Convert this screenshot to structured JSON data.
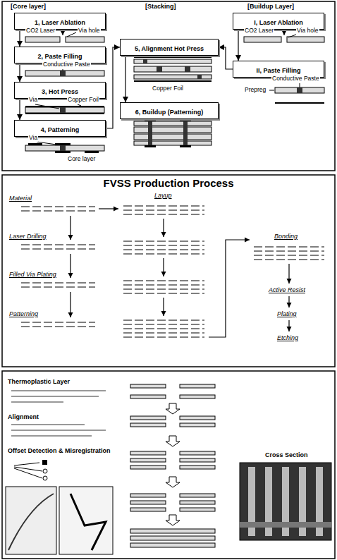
{
  "diagram": {
    "title": "FVSS Production Process",
    "nodes": [
      {
        "text": [
          "1, Laser Ablation"
        ]
      },
      {
        "text": [
          "2, Paste Filling"
        ]
      },
      {
        "text": [
          "3, Hot Press"
        ]
      },
      {
        "text": [
          "4, Patterning"
        ]
      },
      {
        "text": [
          "5, Alignment Hot Press"
        ]
      },
      {
        "text": [
          "6, Buildup (Patterning)"
        ]
      },
      {
        "text": [
          "I, Laser Ablation"
        ]
      },
      {
        "text": [
          "II, Paste Filling"
        ]
      }
    ],
    "edges": [
      {
        "from": 0,
        "to": 1,
        "arrow": "to"
      },
      {
        "from": 1,
        "to": 2,
        "arrow": "to"
      },
      {
        "from": 2,
        "to": 3,
        "arrow": "to"
      },
      {
        "from": 3,
        "to": 4,
        "arrow": "to"
      },
      {
        "from": 4,
        "to": 5,
        "arrow": "to"
      },
      {
        "from": 6,
        "to": 7,
        "arrow": "to"
      },
      {
        "from": 7,
        "to": 4,
        "arrow": "to"
      }
    ],
    "labels": [
      "[Core layer]",
      "[Stacking]",
      "[Buildup Layer]",
      "CO2 Laser",
      "Via hole",
      "Conductive Paste",
      "Via",
      "Copper Foil",
      "Via",
      "Core layer",
      "Copper Foil",
      "CO2 Laser",
      "Via hole",
      "Prepreg",
      "Conductive Paste",
      "Material",
      "Laser Drilling",
      "Filled Via Plating",
      "Patterning",
      "Layup",
      "Bonding",
      "Active Resist",
      "Plating",
      "Etching",
      "Thermoplastic Layer",
      "Alignment",
      "Offset Detection & Misregistration",
      "Cross Section"
    ]
  }
}
